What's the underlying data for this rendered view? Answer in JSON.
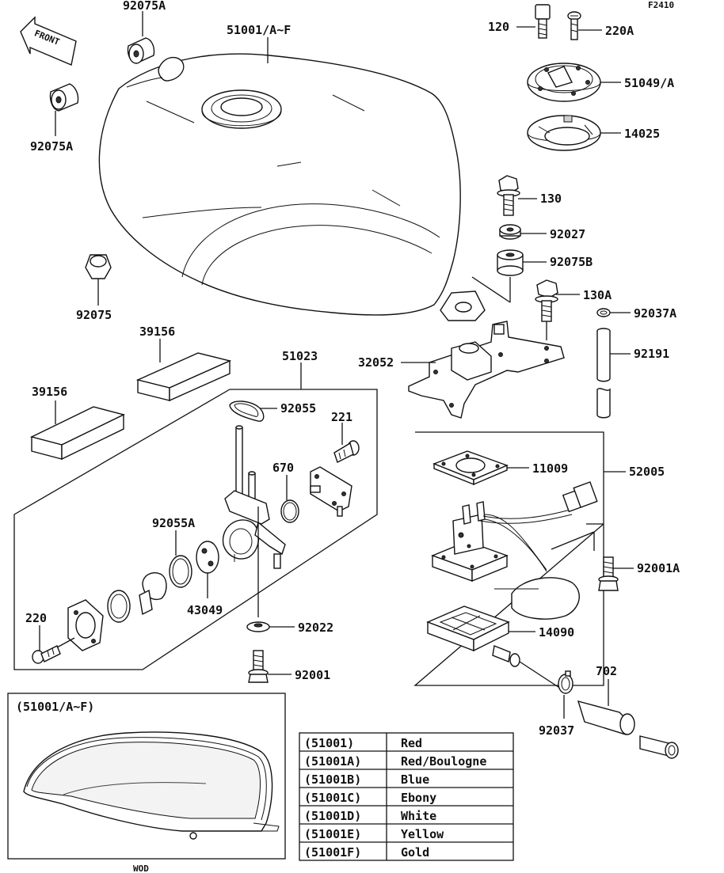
{
  "figure_id": "F2410",
  "front_marker": "FRONT",
  "callouts": {
    "tank": "51001/A~F",
    "damper_top_a": "92075A",
    "damper_left_a": "92075A",
    "damper_92075": "92075",
    "bolt_120": "120",
    "screw_220a": "220A",
    "cap_51049": "51049/A",
    "gasket_14025": "14025",
    "bolt_130": "130",
    "collar_92027": "92027",
    "damper_92075b": "92075B",
    "bolt_130a": "130A",
    "clamp_92037a": "92037A",
    "hose_92191": "92191",
    "bracket_32052": "32052",
    "pad_39156_a": "39156",
    "pad_39156_b": "39156",
    "cock_51023": "51023",
    "oring_92055": "92055",
    "screw_221": "221",
    "oring_670": "670",
    "oring_92055a": "92055A",
    "gasket_43049": "43049",
    "screw_220": "220",
    "washer_92022": "92022",
    "bolt_92001": "92001",
    "gasket_11009": "11009",
    "sender_52005": "52005",
    "bolt_92001a": "92001A",
    "float_14090": "14090",
    "clamp_92037": "92037",
    "hose_702": "702"
  },
  "inset": {
    "title": "(51001/A~F)",
    "caption": "WOD"
  },
  "color_table": [
    {
      "code": "(51001)",
      "color": "Red"
    },
    {
      "code": "(51001A)",
      "color": "Red/Boulogne"
    },
    {
      "code": "(51001B)",
      "color": "Blue"
    },
    {
      "code": "(51001C)",
      "color": "Ebony"
    },
    {
      "code": "(51001D)",
      "color": "White"
    },
    {
      "code": "(51001E)",
      "color": "Yellow"
    },
    {
      "code": "(51001F)",
      "color": "Gold"
    }
  ]
}
